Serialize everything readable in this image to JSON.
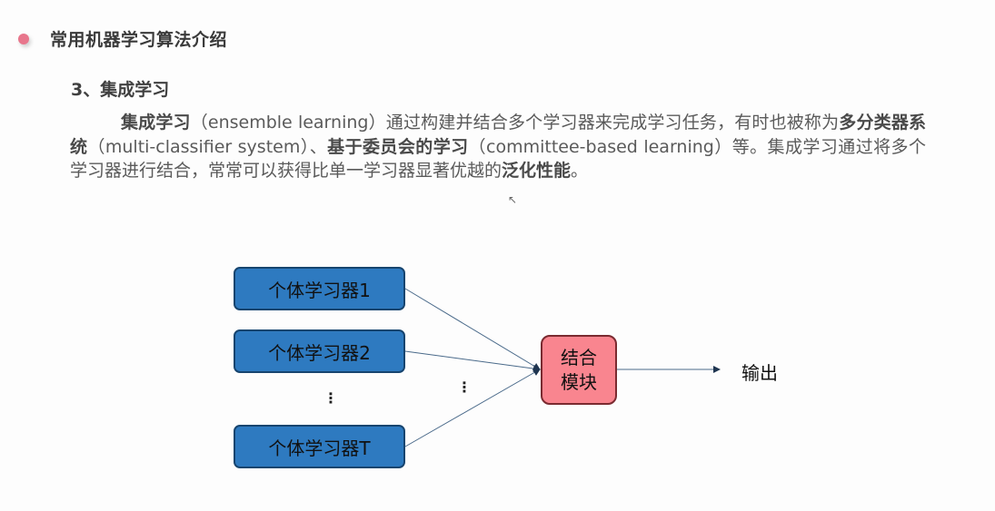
{
  "slide": {
    "title": "常用机器学习算法介绍",
    "section_heading": "3、集成学习",
    "paragraph": {
      "term_1": "集成学习",
      "text_1": "（ensemble learning）通过构建并结合多个学习器来完成学习任务，有时也被称为",
      "term_2": "多分类器系统",
      "text_2": "（multi-classifier system）、",
      "term_3": "基于委员会的学习",
      "text_3": "（committee-based learning）等。集成学习通过将多个学习器进行结合，常常可以获得比单一学习器显著优越的",
      "term_4": "泛化性能",
      "text_4": "。"
    }
  },
  "diagram": {
    "learners": [
      "个体学习器1",
      "个体学习器2",
      "个体学习器T"
    ],
    "ellipsis": "⋮",
    "combiner": {
      "line_1": "结合",
      "line_2": "模块"
    },
    "output": "输出"
  },
  "colors": {
    "learner_fill": "#2e7ac0",
    "learner_border": "#17456f",
    "combiner_fill": "#f9858f",
    "combiner_border": "#7a2a30",
    "bullet": "#e8768c"
  }
}
